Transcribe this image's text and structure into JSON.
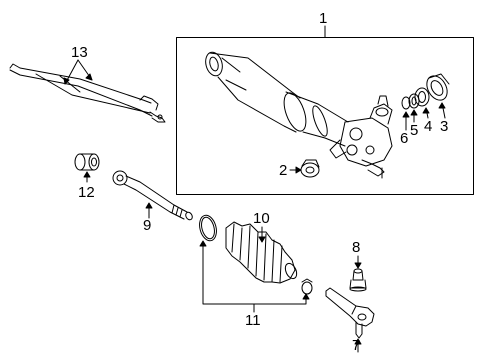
{
  "diagram": {
    "line_color": "#000000",
    "background": "#ffffff",
    "callouts": {
      "c1": "1",
      "c2": "2",
      "c3": "3",
      "c4": "4",
      "c5": "5",
      "c6": "6",
      "c7": "7",
      "c8": "8",
      "c9": "9",
      "c10": "10",
      "c11": "11",
      "c12": "12",
      "c13": "13"
    },
    "parts": [
      "steering-gear-housing",
      "bushing",
      "seal-outer",
      "seal-middle",
      "bearing-ring",
      "seal-inner",
      "outer-tie-rod-end",
      "tie-rod-boot-cap",
      "inner-tie-rod",
      "rack-boot",
      "boot-kit",
      "rack-bushing",
      "pressure-lines"
    ]
  }
}
